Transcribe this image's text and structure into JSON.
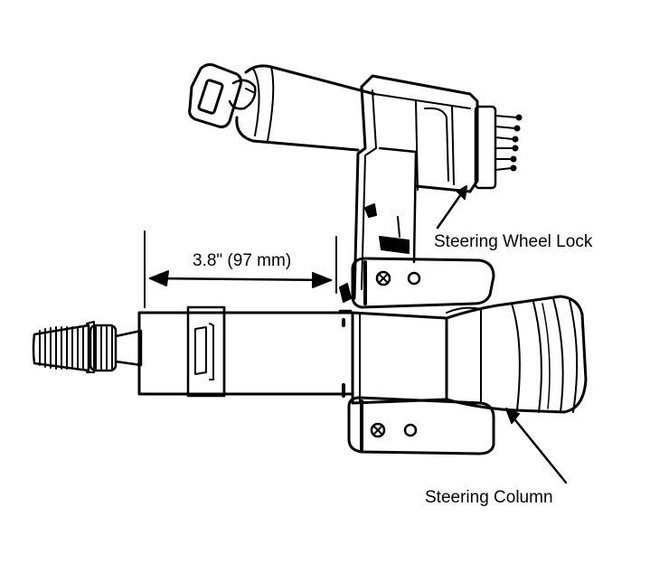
{
  "labels": {
    "dimension": "3.8\" (97 mm)",
    "steering_wheel_lock": "Steering Wheel Lock",
    "steering_column": "Steering Column"
  },
  "colors": {
    "ink": "#000000",
    "paper": "#ffffff"
  }
}
